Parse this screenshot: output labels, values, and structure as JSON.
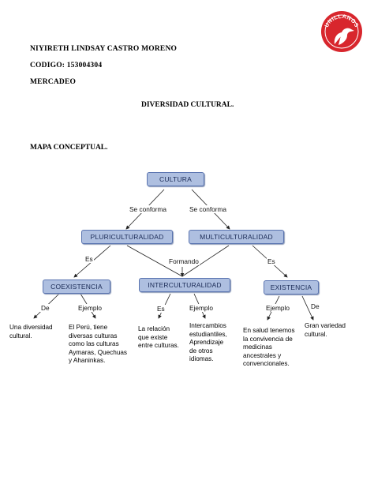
{
  "header": {
    "name": "NIYIRETH LINDSAY CASTRO MORENO",
    "code": "CODIGO: 153004304",
    "program": "MERCADEO"
  },
  "title": "DIVERSIDAD CULTURAL.",
  "subtitle": "MAPA CONCEPTUAL.",
  "logo": {
    "text": "UNILLANOS",
    "color": "#d8262d"
  },
  "map": {
    "root": "CULTURA",
    "level1": {
      "left": {
        "label": "PLURICULTURALIDAD",
        "link": "Se conforma"
      },
      "right": {
        "label": "MULTICULTURALIDAD",
        "link": "Se conforma"
      }
    },
    "level2": {
      "left": {
        "label": "COEXISTENCIA",
        "link": "Es"
      },
      "middle": {
        "label": "INTERCULTURALIDAD",
        "link": "Formando"
      },
      "right": {
        "label": "EXISTENCIA",
        "link": "Es"
      }
    },
    "leaves": {
      "coex_de": {
        "link": "De",
        "text": "Una diversidad\ncultural."
      },
      "coex_ej": {
        "link": "Ejemplo",
        "text": "El Perú, tiene\ndiversas culturas\ncomo las culturas\nAymaras, Quechuas\ny Ahaninkas."
      },
      "inter_es": {
        "link": "Es",
        "text": "La relación\nque existe\nentre culturas."
      },
      "inter_ej": {
        "link": "Ejemplo",
        "text": "Intercambios\nestudiantiles,\nAprendizaje\nde otros\nidiomas."
      },
      "exis_ej": {
        "link": "Ejemplo",
        "text": "En salud tenemos\nla convivencia de\nmedicinas\nancestrales y\nconvencionales."
      },
      "exis_de": {
        "link": "De",
        "text": "Gran variedad\ncultural."
      }
    }
  }
}
